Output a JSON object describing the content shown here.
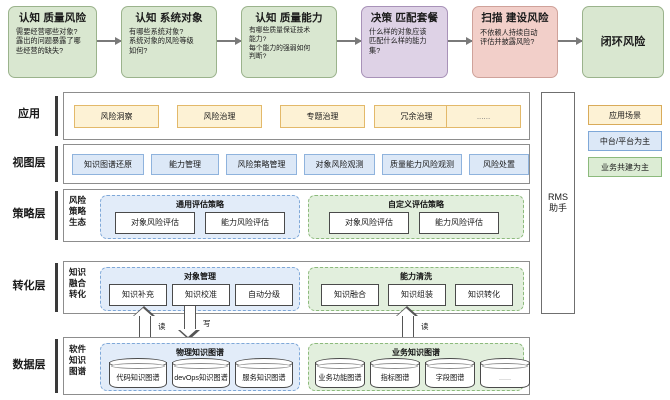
{
  "flow": {
    "boxes": [
      {
        "title": "认知 质量风险",
        "desc": "需要经营哪些对象?\n露出的问题暴露了哪\n些经营的缺失?",
        "style": "fb-green"
      },
      {
        "title": "认知 系统对象",
        "desc": "有哪些系统对象?\n系统对象的风险等级\n如何?",
        "style": "fb-green"
      },
      {
        "title": "认知 质量能力",
        "desc": "有哪些质量保证技术\n能力?\n每个能力的强弱如何\n判断?",
        "style": "fb-green"
      },
      {
        "title": "决策 匹配套餐",
        "desc": "什么样的对象应该\n匹配什么样的能力\n集?",
        "style": "fb-purple"
      },
      {
        "title": "扫描 建设风险",
        "desc": "不依赖人持续自动\n评估并披露风险?",
        "style": "fb-red"
      },
      {
        "title": "闭环风险",
        "desc": "",
        "style": "fb-green"
      }
    ]
  },
  "layers": {
    "application": {
      "label": "应用",
      "items": [
        "风险洞察",
        "风险治理",
        "专题治理",
        "冗余治理",
        "......"
      ]
    },
    "view": {
      "label": "视图层",
      "items": [
        "知识图谱还原",
        "能力管理",
        "风险策略管理",
        "对象风险观测",
        "质量能力风险观测",
        "风险处置"
      ]
    },
    "strategy": {
      "label": "策略层",
      "sublabel": "风险\n策略\n生态",
      "groups": [
        {
          "title": "通用评估策略",
          "style": "grp-blue",
          "items": [
            "对象风险评估",
            "能力风险评估"
          ]
        },
        {
          "title": "自定义评估策略",
          "style": "grp-green",
          "items": [
            "对象风险评估",
            "能力风险评估"
          ]
        }
      ]
    },
    "transform": {
      "label": "转化层",
      "sublabel": "知识\n融合\n转化",
      "groups": [
        {
          "title": "对象管理",
          "style": "grp-blue",
          "items": [
            "知识补充",
            "知识校准",
            "自动分级"
          ]
        },
        {
          "title": "能力清洗",
          "style": "grp-green",
          "items": [
            "知识融合",
            "知识组装",
            "知识转化"
          ]
        }
      ]
    },
    "data": {
      "label": "数据层",
      "sublabel": "软件\n知识\n图谱",
      "groups": [
        {
          "title": "物理知识图谱",
          "style": "grp-blue",
          "items": [
            "代码知识图谱",
            "devOps知识图谱",
            "服务知识图谱"
          ]
        },
        {
          "title": "业务知识图谱",
          "style": "grp-green",
          "items": [
            "业务功能图谱",
            "指标图谱",
            "字段图谱",
            "......"
          ]
        }
      ]
    }
  },
  "io_arrows": [
    {
      "label": "读",
      "dir": "up"
    },
    {
      "label": "写",
      "dir": "down"
    },
    {
      "label": "读",
      "dir": "up"
    }
  ],
  "rms": {
    "label": "RMS\n助手"
  },
  "legend": [
    {
      "label": "应用场景",
      "style": "lg-yellow",
      "color": "#fdf2d5"
    },
    {
      "label": "中台/平台为主",
      "style": "lg-blue",
      "color": "#dce8f7"
    },
    {
      "label": "业务共建为主",
      "style": "lg-green",
      "color": "#dcecd4"
    }
  ]
}
